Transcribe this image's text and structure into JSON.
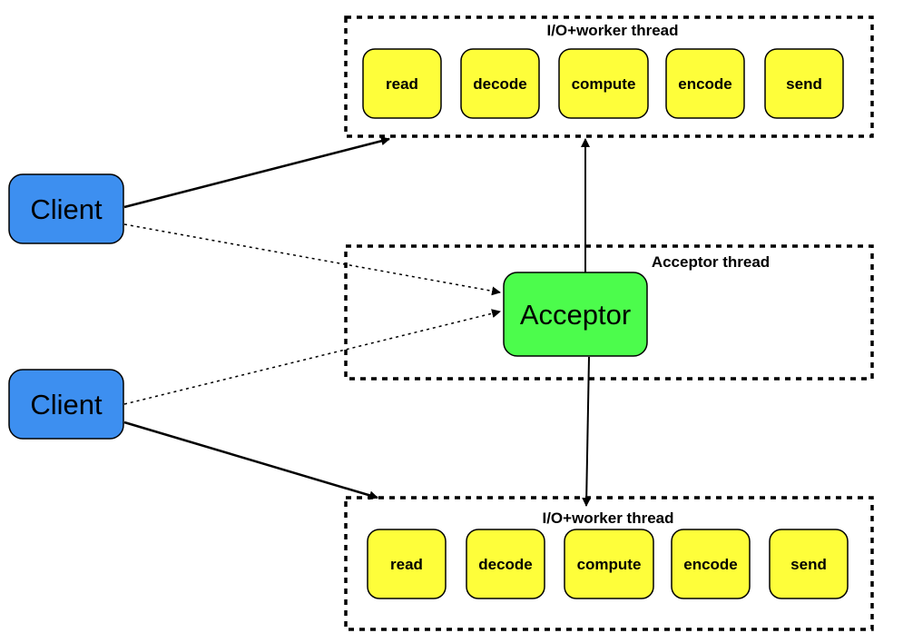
{
  "threads": {
    "top": {
      "title": "I/O+worker thread",
      "stages": [
        "read",
        "decode",
        "compute",
        "encode",
        "send"
      ]
    },
    "acceptor": {
      "title": "Acceptor thread"
    },
    "bottom": {
      "title": "I/O+worker thread",
      "stages": [
        "read",
        "decode",
        "compute",
        "encode",
        "send"
      ]
    }
  },
  "nodes": {
    "client_top": "Client",
    "client_bottom": "Client",
    "acceptor": "Acceptor"
  },
  "colors": {
    "client_fill": "#3d8ff0",
    "acceptor_fill": "#4cfc4c",
    "stage_fill": "#fefe3a",
    "stroke": "#000000"
  }
}
